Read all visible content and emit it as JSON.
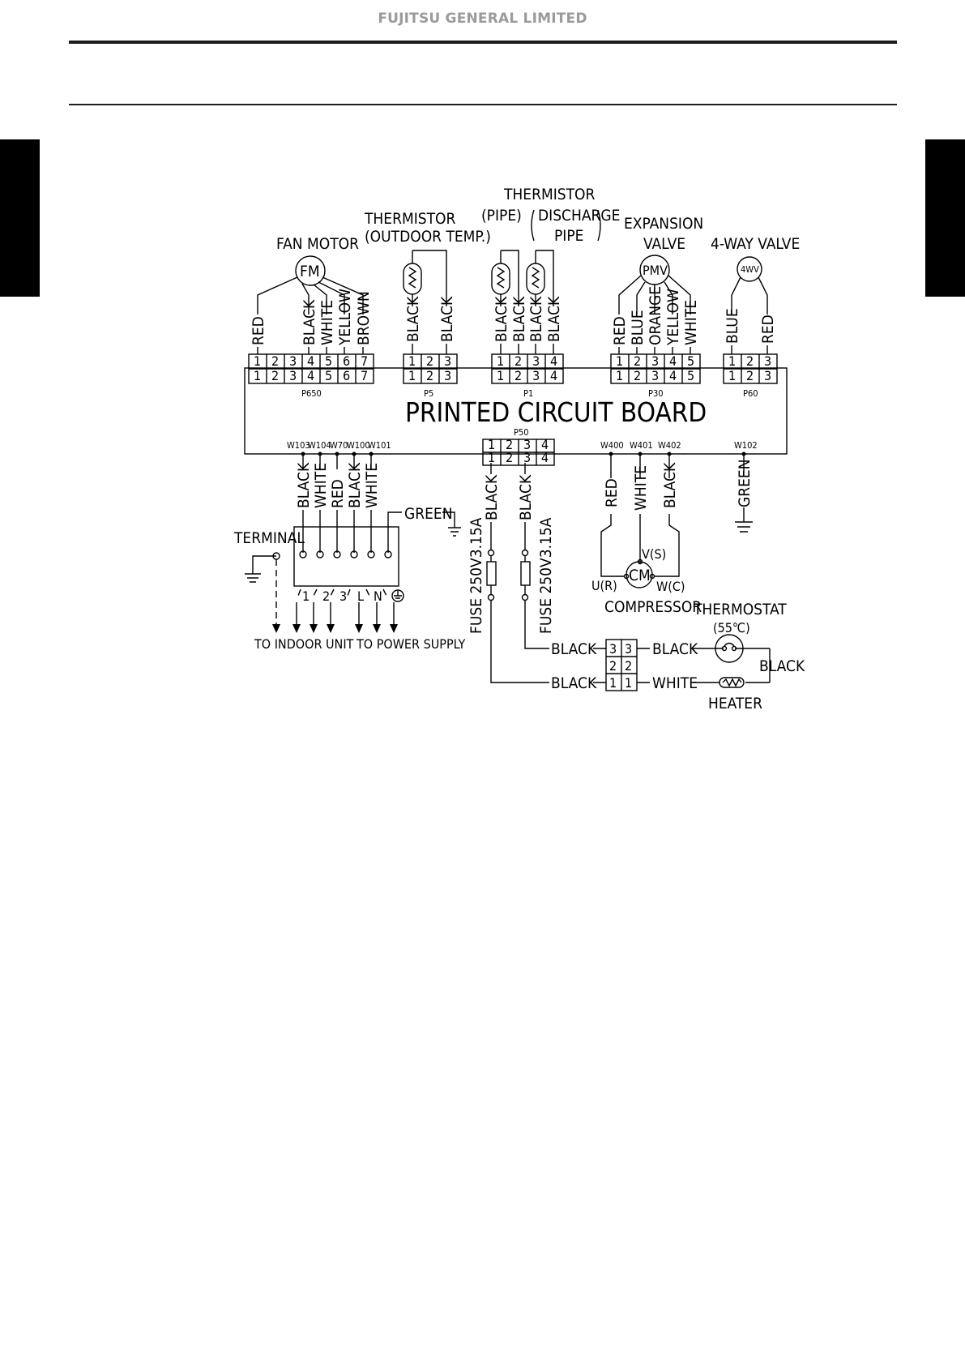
{
  "header": {
    "company": "FUJITSU GENERAL LIMITED"
  },
  "diagram": {
    "board_label": "PRINTED CIRCUIT BOARD",
    "fan_motor": {
      "title": "FAN MOTOR",
      "symbol": "FM",
      "connector": "P650",
      "pins": [
        "1",
        "2",
        "3",
        "4",
        "5",
        "6",
        "7"
      ],
      "wires": [
        "RED",
        "BLACK",
        "WHITE",
        "YELLOW",
        "BROWN"
      ]
    },
    "thermistor_outdoor": {
      "title": "THERMISTOR",
      "subtitle": "(OUTDOOR TEMP.)",
      "connector": "P5",
      "pins": [
        "1",
        "2",
        "3"
      ],
      "wires": [
        "BLACK",
        "BLACK"
      ]
    },
    "thermistor_pipe": {
      "title": "THERMISTOR",
      "pipe_label": "(PIPE)",
      "discharge_label": "DISCHARGE",
      "discharge_label2": "PIPE",
      "connector": "P1",
      "pins": [
        "1",
        "2",
        "3",
        "4"
      ],
      "wires": [
        "BLACK",
        "BLACK",
        "BLACK",
        "BLACK"
      ]
    },
    "expansion_valve": {
      "title": "EXPANSION",
      "title2": "VALVE",
      "symbol": "PMV",
      "connector": "P30",
      "pins": [
        "1",
        "2",
        "3",
        "4",
        "5"
      ],
      "wires": [
        "RED",
        "BLUE",
        "ORANGE",
        "YELLOW",
        "WHITE"
      ]
    },
    "four_way_valve": {
      "title": "4-WAY VALVE",
      "symbol": "4WV",
      "connector": "P60",
      "pins": [
        "1",
        "2",
        "3"
      ],
      "wires": [
        "BLUE",
        "RED"
      ]
    },
    "p50": {
      "connector": "P50",
      "pins": [
        "1",
        "2",
        "3",
        "4"
      ],
      "wires": [
        "BLACK",
        "BLACK"
      ]
    },
    "bottom_terminals": [
      "W103",
      "W104",
      "W70",
      "W100",
      "W101",
      "W400",
      "W401",
      "W402",
      "W102"
    ],
    "terminal_wires": [
      "BLACK",
      "WHITE",
      "RED",
      "BLACK",
      "WHITE"
    ],
    "terminal": {
      "label": "TERMINAL",
      "green": "GREEN",
      "positions": [
        "1",
        "2",
        "3",
        "L",
        "N"
      ]
    },
    "to_indoor": "TO INDOOR UNIT",
    "to_power": "TO POWER SUPPLY",
    "fuse_label": "FUSE 250V3.15A",
    "compressor": {
      "wires": [
        "RED",
        "WHITE",
        "BLACK"
      ],
      "symbol": "CM",
      "u": "U(R)",
      "v": "V(S)",
      "w": "W(C)",
      "label": "COMPRESSOR"
    },
    "ground_wire": "GREEN",
    "thermostat": {
      "label": "THERMOSTAT",
      "temp": "(55℃)"
    },
    "heater": {
      "label": "HEATER"
    },
    "relay_pins": [
      "3",
      "3",
      "2",
      "2",
      "1",
      "1"
    ],
    "relay_wires": {
      "left_top": "BLACK",
      "left_bottom": "BLACK",
      "right_top": "BLACK",
      "right_bottom": "WHITE",
      "far_right": "BLACK"
    }
  }
}
